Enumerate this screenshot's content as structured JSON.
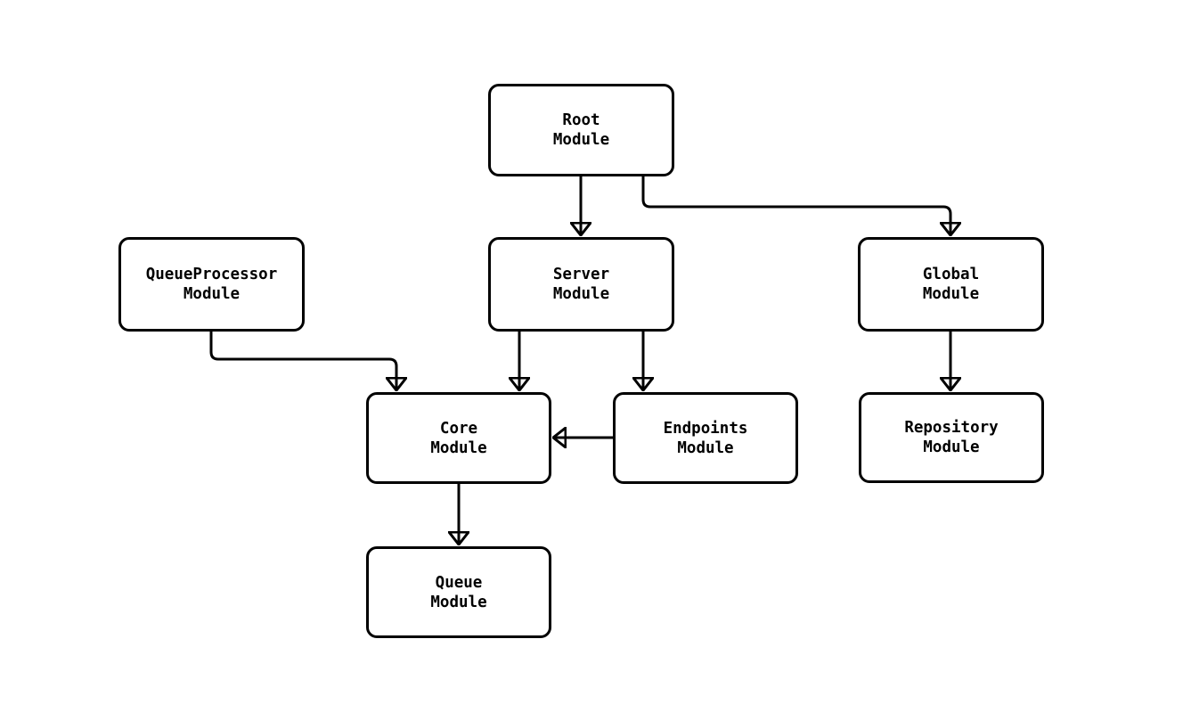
{
  "diagram": {
    "type": "flowchart-module-dependency-graph",
    "colors": {
      "background": "#ffffff",
      "node_fill": "#ffffff",
      "node_border": "#000000",
      "edge": "#000000",
      "text": "#000000"
    },
    "nodes": {
      "root": {
        "label": "Root\nModule"
      },
      "queue_processor": {
        "label": "QueueProcessor\nModule"
      },
      "server": {
        "label": "Server\nModule"
      },
      "global": {
        "label": "Global\nModule"
      },
      "core": {
        "label": "Core\nModule"
      },
      "endpoints": {
        "label": "Endpoints\nModule"
      },
      "repository": {
        "label": "Repository\nModule"
      },
      "queue": {
        "label": "Queue\nModule"
      }
    },
    "edges": [
      {
        "from": "Root Module",
        "to": "Server Module"
      },
      {
        "from": "Root Module",
        "to": "Global Module"
      },
      {
        "from": "QueueProcessor Module",
        "to": "Core Module"
      },
      {
        "from": "Server Module",
        "to": "Core Module"
      },
      {
        "from": "Server Module",
        "to": "Endpoints Module"
      },
      {
        "from": "Endpoints Module",
        "to": "Core Module"
      },
      {
        "from": "Global Module",
        "to": "Repository Module"
      },
      {
        "from": "Core Module",
        "to": "Queue Module"
      }
    ]
  }
}
